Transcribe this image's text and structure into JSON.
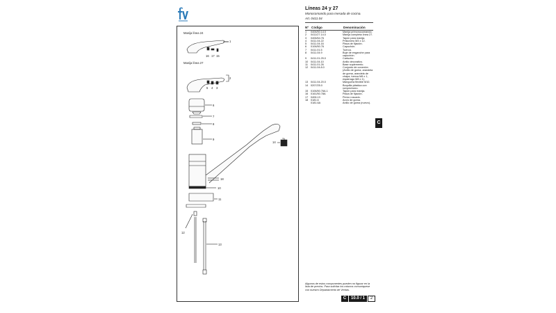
{
  "logo": {
    "text": "fv",
    "color": "#2a7ab8"
  },
  "header": {
    "title": "Líneas 24 y 27",
    "subtitle": "Monocomando para mesada de cocina.",
    "article": "Art. 0411.04"
  },
  "table": {
    "col_no": "Nº",
    "col_code": "Código",
    "col_den": "Denominación",
    "rows": [
      {
        "no": "1",
        "code": "0406/50.14.0",
        "den": "Manija primonocomando."
      },
      {
        "no": "2",
        "code": "0411/27.14.0",
        "den": "Manija completa línea 27."
      },
      {
        "no": "3",
        "code": "0406/64.76",
        "den": "Tapón para manija."
      },
      {
        "no": "4",
        "code": "0411.04.22",
        "den": "Prisionero M3 x 12."
      },
      {
        "no": "5",
        "code": "0411.04.16",
        "den": "Placa de fijación."
      },
      {
        "no": "6",
        "code": "0106/50.76",
        "den": "Capuchón."
      },
      {
        "no": "7",
        "code": "0411.01.5",
        "den": "Tuerca."
      },
      {
        "no": "8",
        "code": "0411.04.9",
        "den": "Buje de enganche para"
      },
      {
        "no": "",
        "code": "",
        "den": "capuchón."
      },
      {
        "no": "9",
        "code": "0411.01.25.0",
        "den": "Cartucho."
      },
      {
        "no": "10",
        "code": "0411.04.10",
        "den": "Anillo decorativo."
      },
      {
        "no": "11",
        "code": "0411.01.26",
        "den": "Base suplemento."
      },
      {
        "no": "12",
        "code": "0411.04.8.0",
        "den": "Conjunto de conexión"
      },
      {
        "no": "",
        "code": "",
        "den": "(Anillo de goma, arandela"
      },
      {
        "no": "",
        "code": "",
        "den": "de goma, arandela de"
      },
      {
        "no": "",
        "code": "",
        "den": "chapa, tuerca M8 x 1,"
      },
      {
        "no": "",
        "code": "",
        "den": "espárrago M8 x 1)."
      },
      {
        "no": "13",
        "code": "0411.04.20.0",
        "den": "Manguera flexible M10."
      },
      {
        "no": "14",
        "code": "0207/25.0",
        "den": "Boquilla plástica con"
      },
      {
        "no": "",
        "code": "",
        "den": "rompechorro."
      },
      {
        "no": "15",
        "code": "0106/50.76A.1",
        "den": "Tapón para manija."
      },
      {
        "no": "16",
        "code": "0161/50.78A",
        "den": "Placa de fijación."
      },
      {
        "no": "17",
        "code": "0406.13",
        "den": "Perno roscado."
      },
      {
        "no": "18",
        "code": "0181.6",
        "den": "Aro/o de goma."
      },
      {
        "no": "",
        "code": "0181.6A",
        "den": "Anillo de goma (nuevo)."
      }
    ]
  },
  "tab_letter": "C",
  "footnote": "Algunos de estos componentes pueden no figurar en la lista de precios. Para solicitar los mismos comuníquese con nuestro Departamento de Ventas.",
  "page_id": {
    "section": "C",
    "number": "10.0 / 1",
    "page": "2"
  },
  "drawing": {
    "caption_24": "Manija línea 24",
    "caption_27": "Manija línea 27",
    "labels": [
      "1",
      "16",
      "17",
      "15",
      "2",
      "5",
      "4",
      "3",
      "6",
      "7",
      "8",
      "9",
      "14",
      "18",
      "10",
      "11",
      "12",
      "13"
    ]
  }
}
